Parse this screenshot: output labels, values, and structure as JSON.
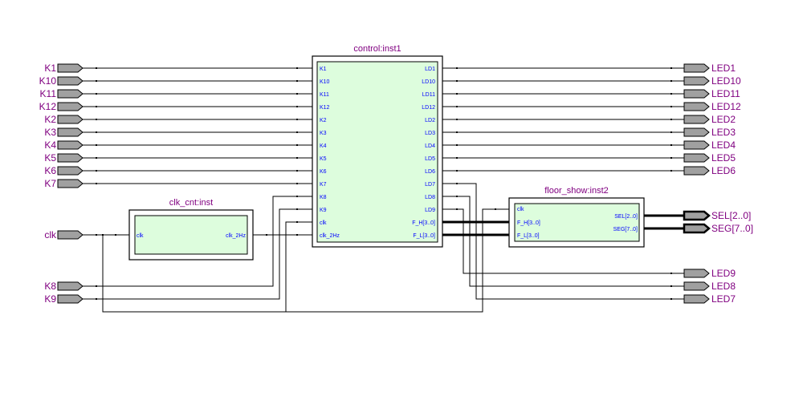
{
  "diagram": {
    "type": "block-schematic",
    "input_pins": [
      "K1",
      "K10",
      "K11",
      "K12",
      "K2",
      "K3",
      "K4",
      "K5",
      "K6",
      "K7",
      "clk",
      "K8",
      "K9"
    ],
    "output_pins": [
      "LED1",
      "LED10",
      "LED11",
      "LED12",
      "LED2",
      "LED3",
      "LED4",
      "LED5",
      "LED6",
      "SEL[2..0]",
      "SEG[7..0]",
      "LED9",
      "LED8",
      "LED7"
    ],
    "blocks": {
      "control": {
        "label": "control:inst1",
        "inputs": [
          "K1",
          "K10",
          "K11",
          "K12",
          "K2",
          "K3",
          "K4",
          "K5",
          "K6",
          "K7",
          "K8",
          "K9",
          "clk",
          "clk_2Hz"
        ],
        "outputs": [
          "LD1",
          "LD10",
          "LD11",
          "LD12",
          "LD2",
          "LD3",
          "LD4",
          "LD5",
          "LD6",
          "LD7",
          "LD8",
          "LD9",
          "F_H[3..0]",
          "F_L[3..0]"
        ]
      },
      "clk_cnt": {
        "label": "clk_cnt:inst",
        "inputs": [
          "clk"
        ],
        "outputs": [
          "clk_2Hz"
        ]
      },
      "floor_show": {
        "label": "floor_show:inst2",
        "inputs": [
          "clk",
          "F_H[3..0]",
          "F_L[3..0]"
        ],
        "outputs": [
          "SEL[2..0]",
          "SEG[7..0]"
        ]
      }
    },
    "connections": [
      {
        "from": "K1",
        "to": "control.K1"
      },
      {
        "from": "K10",
        "to": "control.K10"
      },
      {
        "from": "K11",
        "to": "control.K11"
      },
      {
        "from": "K12",
        "to": "control.K12"
      },
      {
        "from": "K2",
        "to": "control.K2"
      },
      {
        "from": "K3",
        "to": "control.K3"
      },
      {
        "from": "K4",
        "to": "control.K4"
      },
      {
        "from": "K5",
        "to": "control.K5"
      },
      {
        "from": "K6",
        "to": "control.K6"
      },
      {
        "from": "K7",
        "to": "control.K7"
      },
      {
        "from": "K8",
        "to": "control.K8"
      },
      {
        "from": "K9",
        "to": "control.K9"
      },
      {
        "from": "clk",
        "to": "clk_cnt.clk"
      },
      {
        "from": "clk",
        "to": "control.clk"
      },
      {
        "from": "clk",
        "to": "floor_show.clk"
      },
      {
        "from": "clk_cnt.clk_2Hz",
        "to": "control.clk_2Hz"
      },
      {
        "from": "control.LD1",
        "to": "LED1"
      },
      {
        "from": "control.LD10",
        "to": "LED10"
      },
      {
        "from": "control.LD11",
        "to": "LED11"
      },
      {
        "from": "control.LD12",
        "to": "LED12"
      },
      {
        "from": "control.LD2",
        "to": "LED2"
      },
      {
        "from": "control.LD3",
        "to": "LED3"
      },
      {
        "from": "control.LD4",
        "to": "LED4"
      },
      {
        "from": "control.LD5",
        "to": "LED5"
      },
      {
        "from": "control.LD6",
        "to": "LED6"
      },
      {
        "from": "control.LD7",
        "to": "LED7"
      },
      {
        "from": "control.LD8",
        "to": "LED8"
      },
      {
        "from": "control.LD9",
        "to": "LED9"
      },
      {
        "from": "control.F_H[3..0]",
        "to": "floor_show.F_H[3..0]"
      },
      {
        "from": "control.F_L[3..0]",
        "to": "floor_show.F_L[3..0]"
      },
      {
        "from": "floor_show.SEL[2..0]",
        "to": "SEL[2..0]"
      },
      {
        "from": "floor_show.SEG[7..0]",
        "to": "SEG[7..0]"
      }
    ]
  },
  "colors": {
    "label": "#800080",
    "port_label": "#0000ff",
    "block_fill": "#ddfddd",
    "pin_fill": "#a0a0a0",
    "wire": "#000000"
  }
}
